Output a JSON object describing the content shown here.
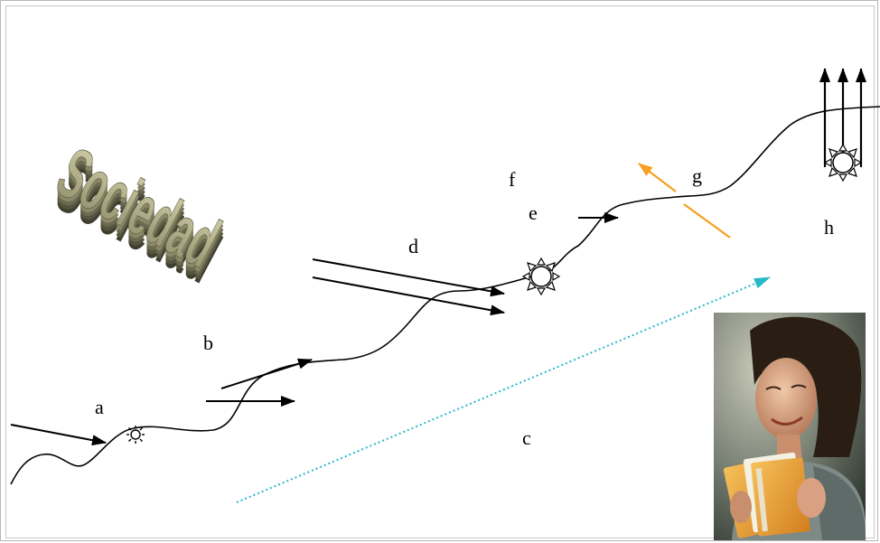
{
  "logo_text": "Sociedad",
  "labels": {
    "a": "a",
    "b": "b",
    "c": "c",
    "d": "d",
    "e": "e",
    "f": "f",
    "g": "g",
    "h": "h"
  },
  "colors": {
    "curve": "#000000",
    "arrow": "#000000",
    "orange_arrow": "#f5a020",
    "dotted_line": "#27b8c8",
    "logo_face": "#b7b48c",
    "logo_shadow": "#4a4a38"
  },
  "icons": [
    "sun-icon",
    "woman-holding-books-photo"
  ]
}
